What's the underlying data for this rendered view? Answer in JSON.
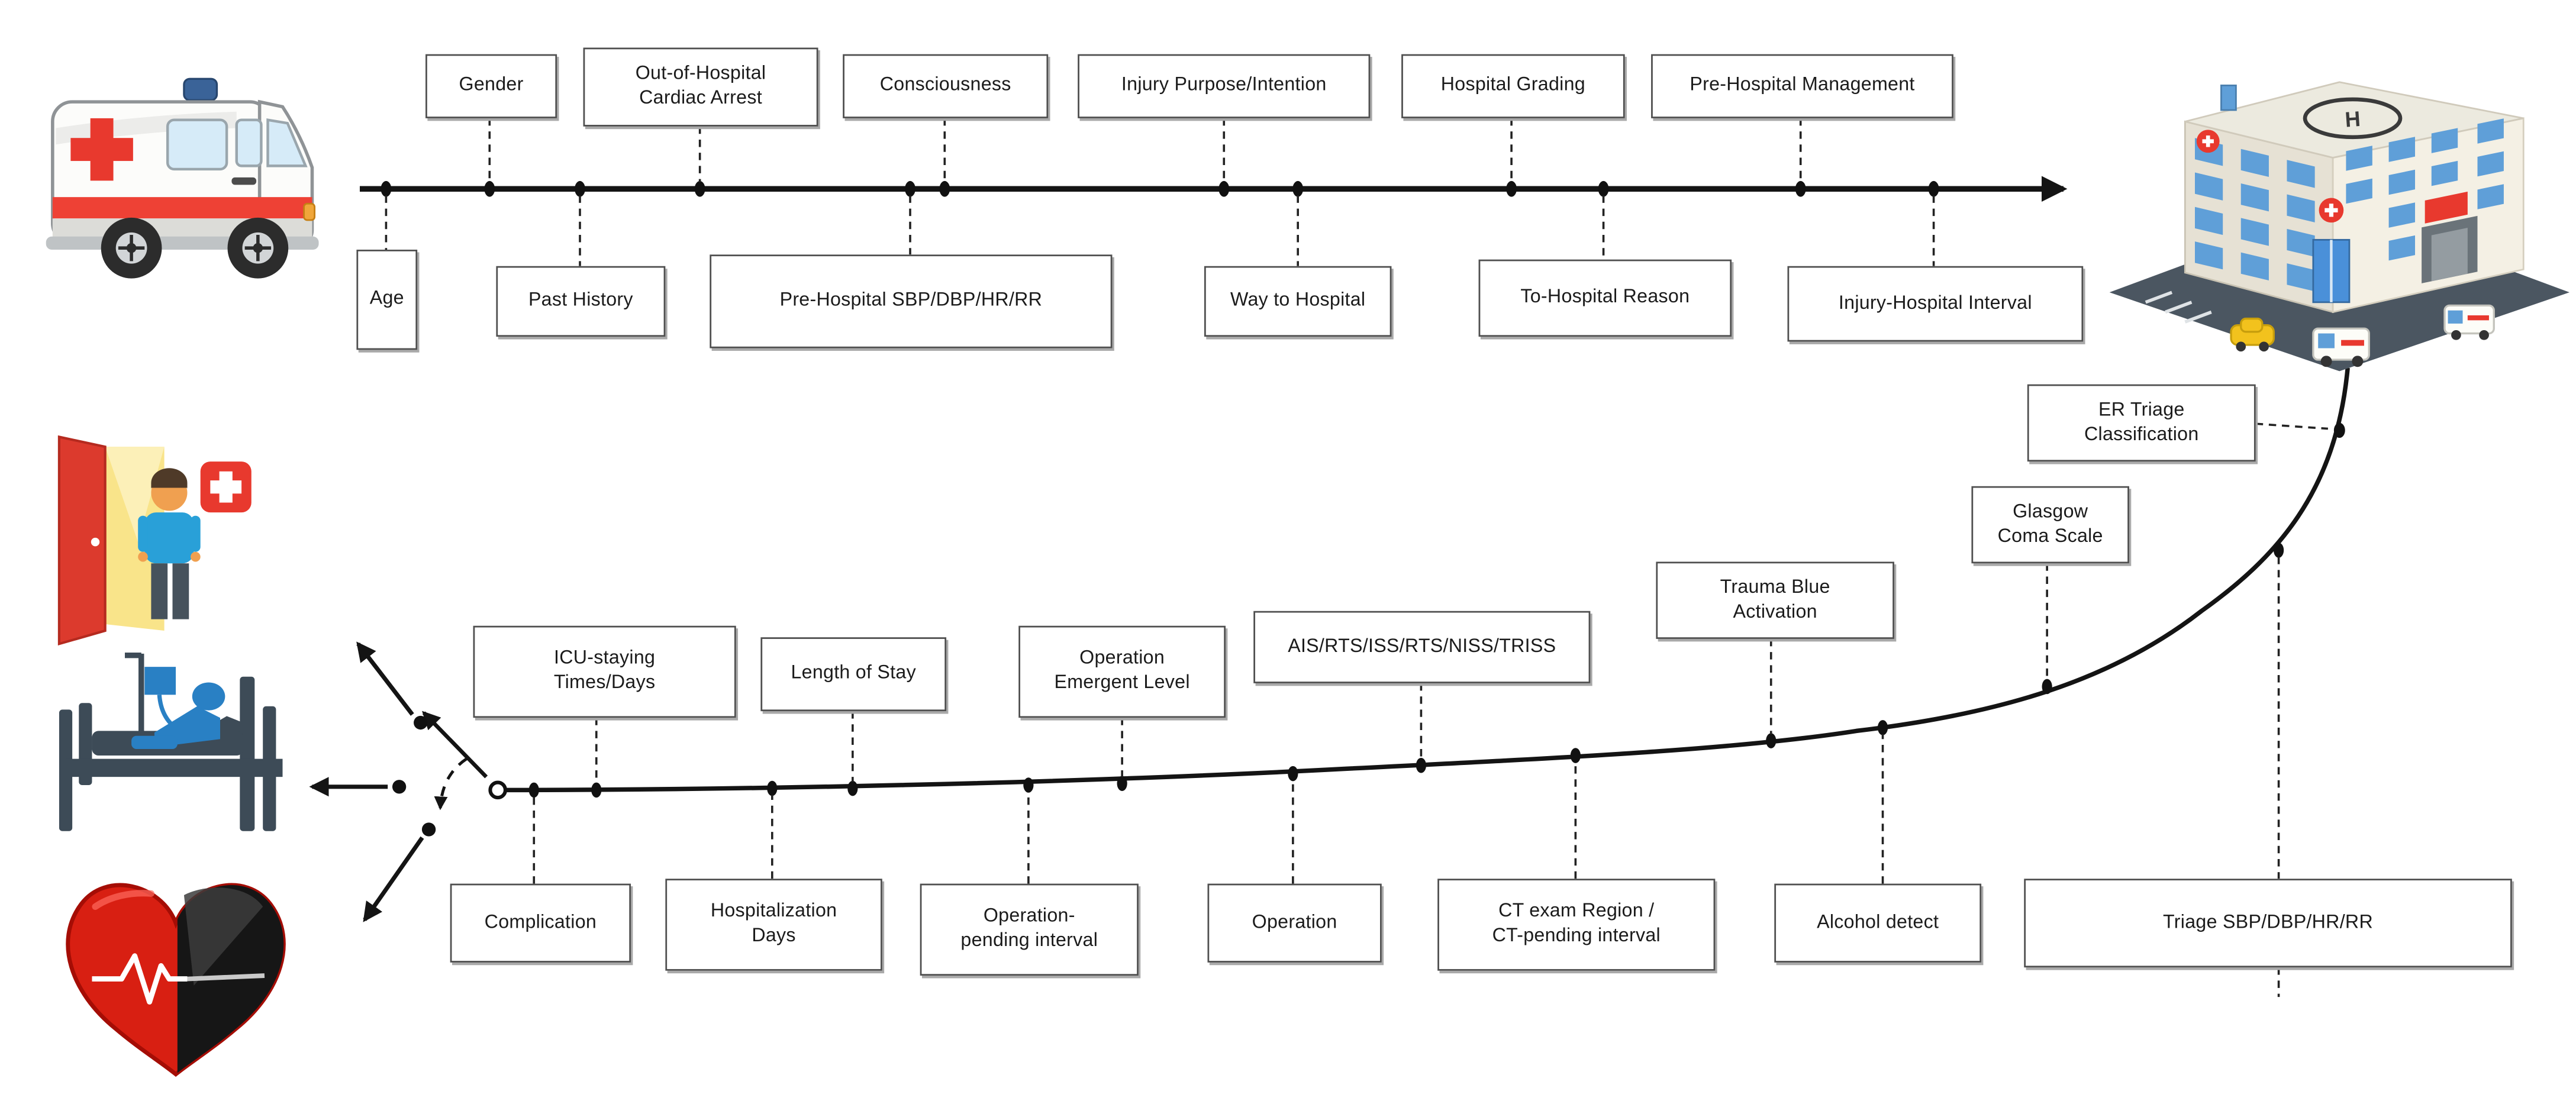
{
  "figure": {
    "description": "Trauma patient journey diagram from pre-hospital (ambulance) to hospital and outcomes, with registry variables attached to each timeline point",
    "top_timeline": {
      "start_icon": "ambulance-icon",
      "end_icon": "hospital-building-icon",
      "above_labels": [
        "Gender",
        "Out-of-Hospital\nCardiac Arrest",
        "Consciousness",
        "Injury Purpose/Intention",
        "Hospital Grading",
        "Pre-Hospital Management"
      ],
      "below_labels": [
        "Age",
        "Past History",
        "Pre-Hospital SBP/DBP/HR/RR",
        "Way to Hospital",
        "To-Hospital Reason",
        "Injury-Hospital Interval"
      ]
    },
    "bottom_timeline": {
      "start_icon": "hospital-building-icon",
      "outcome_icons": [
        "discharge-door-icon",
        "inpatient-bed-icon",
        "mortality-heart-icon"
      ],
      "above_labels": [
        "ICU-staying\nTimes/Days",
        "Length of Stay",
        "Operation\nEmergent Level",
        "AIS/RTS/ISS/RTS/NISS/TRISS",
        "Trauma Blue\nActivation",
        "Glasgow\nComa Scale",
        "ER Triage\nClassification"
      ],
      "below_labels": [
        "Complication",
        "Hospitalization\nDays",
        "Operation-\npending interval",
        "Operation",
        "CT exam Region /\nCT-pending interval",
        "Alcohol detect",
        "Triage SBP/DBP/HR/RR"
      ]
    },
    "icons": {
      "helipad_letter": "H"
    },
    "colors": {
      "line": "#141414",
      "box_border": "#4f4f4f",
      "red": "#e03a2e",
      "blue": "#2b8fd0",
      "window_blue": "#5f9fd8",
      "slate": "#3d4b57",
      "yellow": "#f2c21d",
      "background": "#ffffff"
    }
  }
}
